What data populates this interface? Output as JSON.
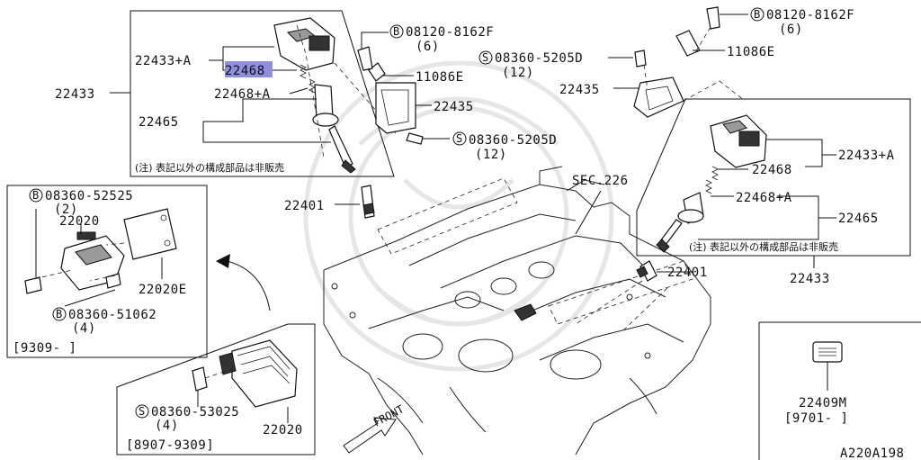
{
  "labels": {
    "bolt_top_left_pn": "08120-8162F",
    "bolt_top_left_qty": "(6)",
    "coil_assy_a_left": "22433+A",
    "spring_left_highlight": "22468",
    "clip_left": "11086E",
    "assy_left": "22433",
    "spring_a_left": "22468+A",
    "bracket_left": "22435",
    "boot_left": "22465",
    "screw_left_pn": "08360-5205D",
    "screw_left_qty": "(12)",
    "note_left": "(注) 表記以外の構成部品は非販売",
    "plug_left": "22401",
    "bolt_top_right_pn": "08120-8162F",
    "bolt_top_right_qty": "(6)",
    "screw_right_pn": "08360-5205D",
    "screw_right_qty": "(12)",
    "clip_right": "11086E",
    "bracket_right": "22435",
    "coil_assy_a_right": "22433+A",
    "spring_right": "22468",
    "spring_a_right": "22468+A",
    "boot_right": "22465",
    "note_right": "(注) 表記以外の構成部品は非販売",
    "assy_right": "22433",
    "sec_ref": "SEC.226",
    "plug_right": "22401",
    "bolt_box_a_pn": "08360-52525",
    "bolt_box_a_qty": "(2)",
    "module_a": "22020",
    "bracket_module": "22020E",
    "bolt_box_a2_pn": "08360-51062",
    "bolt_box_a2_qty": "(4)",
    "date_box_a": "[9309-      ]",
    "screw_box_b_pn": "08360-53025",
    "screw_box_b_qty": "(4)",
    "module_b": "22020",
    "date_box_b": "[8907-9309]",
    "front": "FRONT",
    "label_part": "22409M",
    "date_label": "[9701-      ]",
    "diagram_id": "A220A198"
  },
  "circle_letters": {
    "b": "B",
    "s": "S"
  },
  "colors": {
    "highlight": "#8e8edc",
    "line": "#111111",
    "watermark": "#e6e6e6"
  }
}
